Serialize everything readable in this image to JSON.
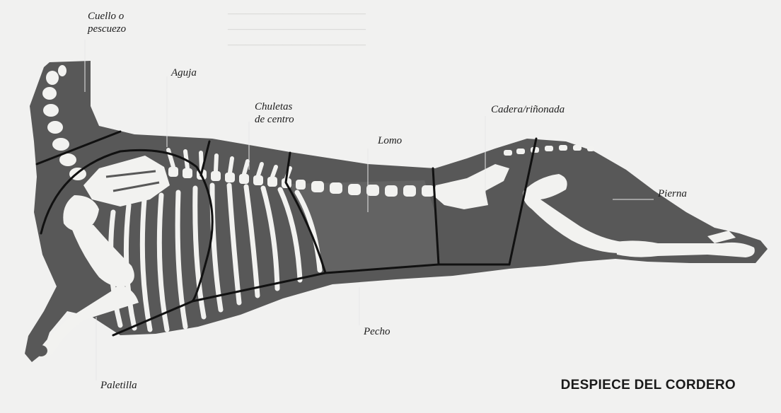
{
  "title": "DESPIECE DEL CORDERO",
  "labels": {
    "cuello_line1": "Cuello o",
    "cuello_line2": "pescuezo",
    "aguja": "Aguja",
    "chuletas_line1": "Chuletas",
    "chuletas_line2": "de centro",
    "lomo": "Lomo",
    "cadera": "Cadera/riñonada",
    "pierna": "Pierna",
    "pecho": "Pecho",
    "paletilla": "Paletilla"
  },
  "colors": {
    "carcass": "#585858",
    "bone": "#f2f2f0",
    "cut_line": "#111111",
    "leader_line": "#e8e8e8",
    "paper": "#f1f1f0"
  }
}
